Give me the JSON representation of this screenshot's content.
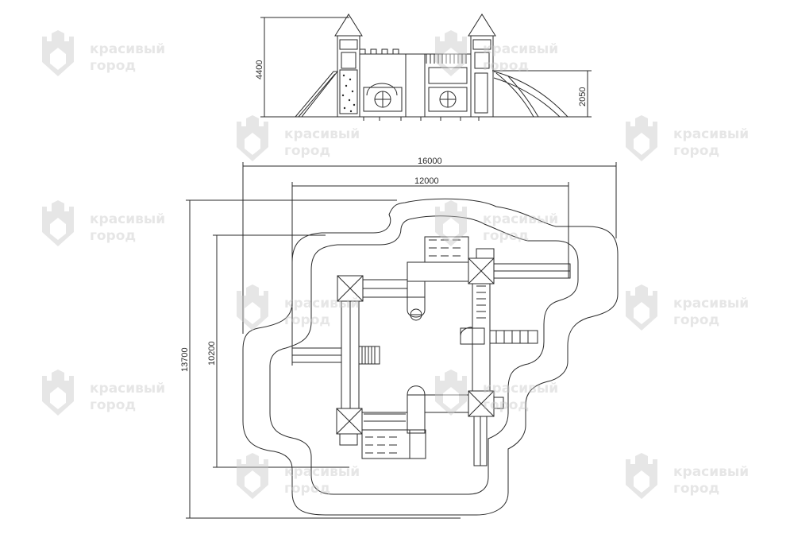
{
  "dimensions": {
    "elevation_total_height": "4400",
    "elevation_deck_height": "2050",
    "plan_outer_width": "16000",
    "plan_inner_width": "12000",
    "plan_outer_height": "13700",
    "plan_inner_height": "10200"
  },
  "watermark": {
    "line1": "красивый",
    "line2": "город"
  },
  "colors": {
    "line": "#2a2a2a",
    "watermark": "#c8c8c8"
  }
}
